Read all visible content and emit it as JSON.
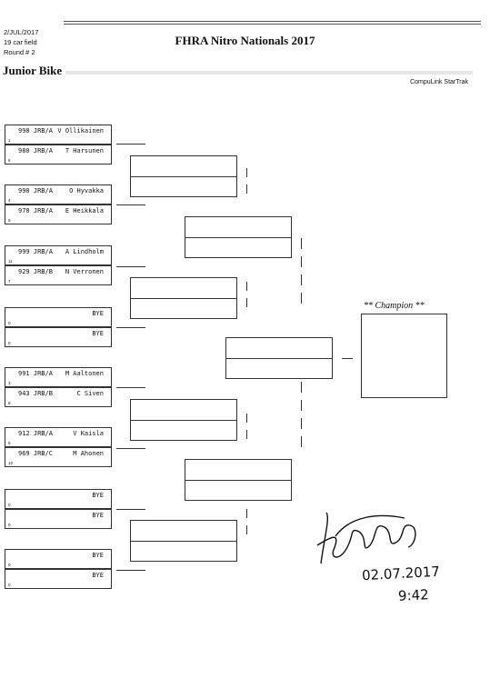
{
  "header": {
    "date": "2/JUL/2017",
    "field": "19 car field",
    "round": "Round # 2",
    "title": "FHRA Nitro Nationals 2017",
    "class_name": "Junior Bike",
    "brand": "CompuLink StarTrak"
  },
  "bracket": {
    "entries": [
      {
        "num": "998 JRB/A",
        "name": "V Ollikainen",
        "lane": "1"
      },
      {
        "num": "980 JRB/A",
        "name": "T Harsunen",
        "lane": "6"
      },
      {
        "num": "990 JRB/A",
        "name": "O Hyvakka",
        "lane": "4"
      },
      {
        "num": "970 JRB/A",
        "name": "E Heikkala",
        "lane": "9"
      },
      {
        "num": "999 JRB/A",
        "name": "A Lindholm",
        "lane": "11"
      },
      {
        "num": "929 JRB/B",
        "name": "N Verronen",
        "lane": "7"
      },
      {
        "num": "",
        "name": "BYE",
        "lane": "0"
      },
      {
        "num": "",
        "name": "BYE",
        "lane": "0"
      },
      {
        "num": "991 JRB/A",
        "name": "M Aaltonen",
        "lane": "3"
      },
      {
        "num": "943 JRB/B",
        "name": "C Siven",
        "lane": "8"
      },
      {
        "num": "912 JRB/A",
        "name": "V Kaisla",
        "lane": "5"
      },
      {
        "num": "969 JRB/C",
        "name": "M Ahonen",
        "lane": "10"
      },
      {
        "num": "",
        "name": "BYE",
        "lane": "0"
      },
      {
        "num": "",
        "name": "BYE",
        "lane": "0"
      },
      {
        "num": "",
        "name": "BYE",
        "lane": "0"
      },
      {
        "num": "",
        "name": "BYE",
        "lane": "0"
      }
    ],
    "champion_label": "** Champion **"
  },
  "signature": {
    "date": "02.07.2017",
    "time": "9:42"
  }
}
